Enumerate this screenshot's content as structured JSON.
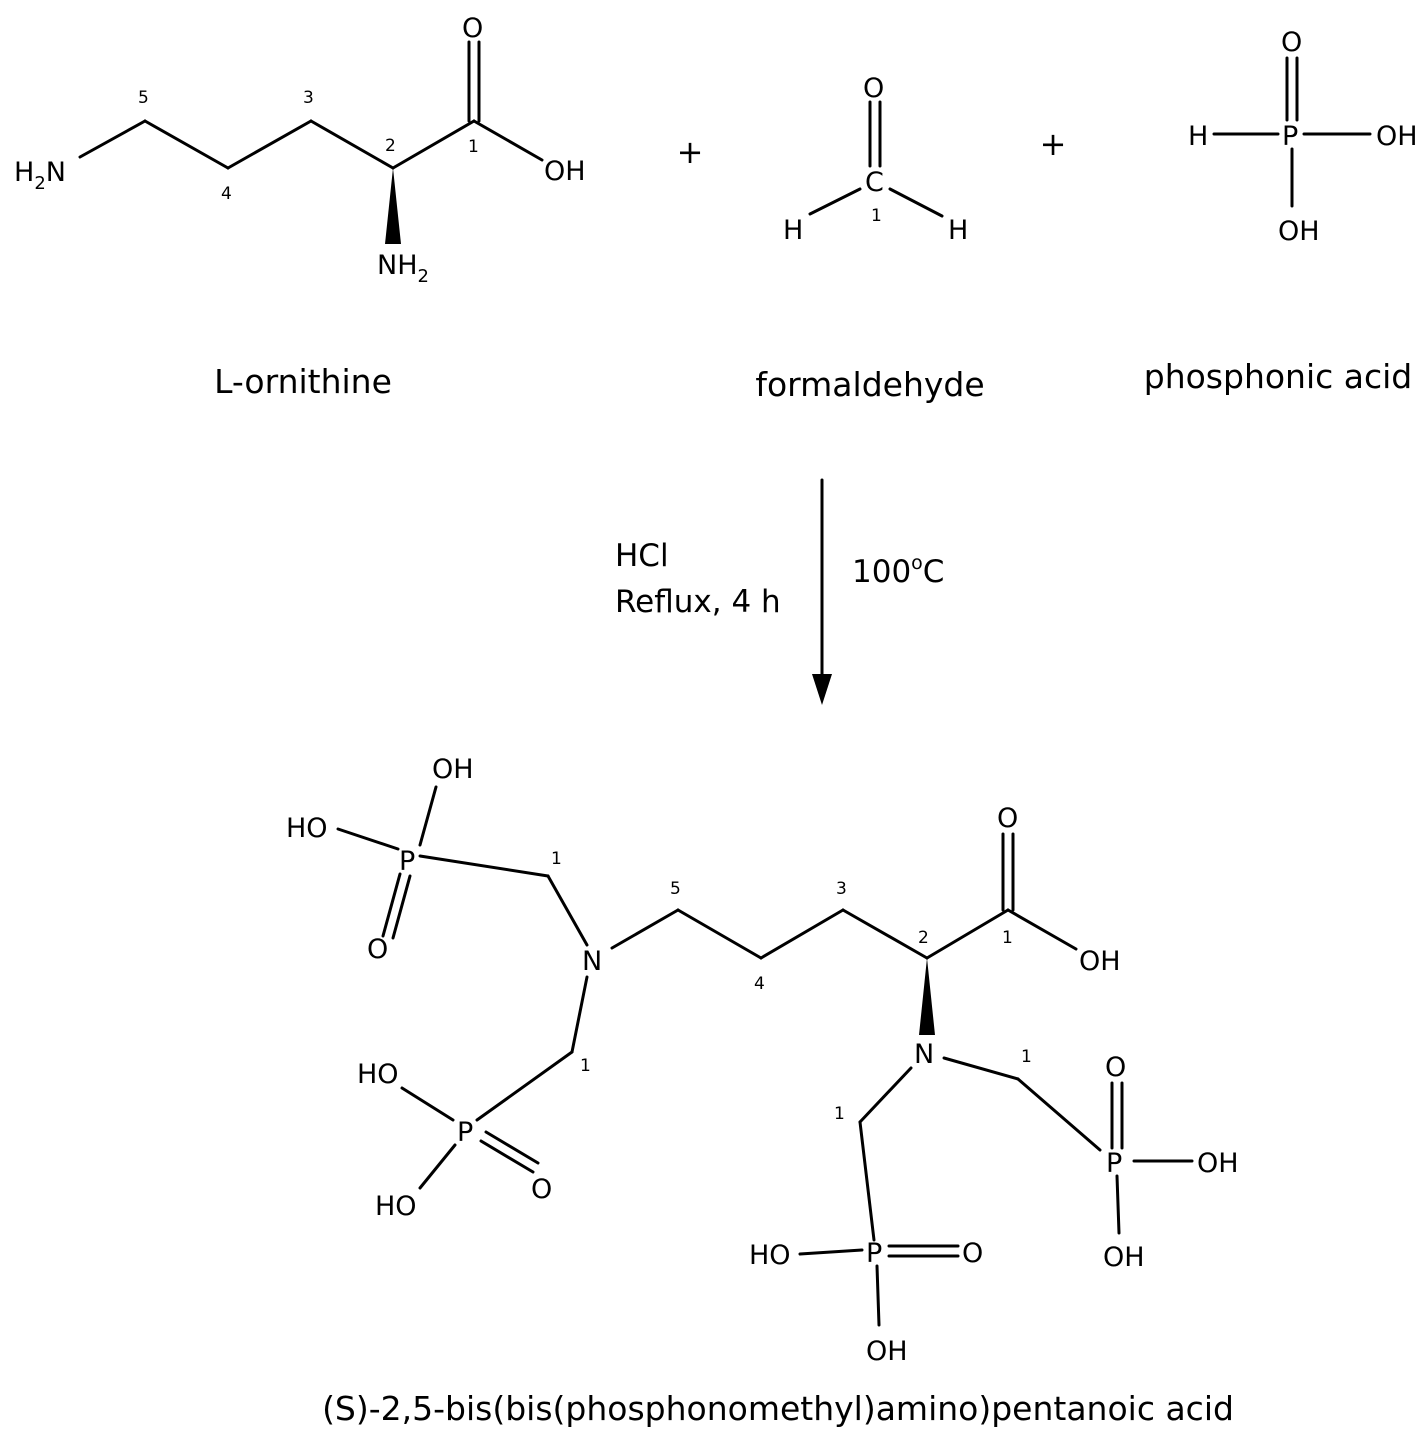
{
  "reactants": {
    "ornithine": {
      "name": "L-ornithine",
      "amine_terminal": "H",
      "amine_terminal_n": "N",
      "amine_alpha_n": "NH",
      "subscript": "2",
      "carbonyl_o": "O",
      "hydroxyl": "OH",
      "locants": [
        "1",
        "2",
        "3",
        "4",
        "5"
      ]
    },
    "formaldehyde": {
      "name": "formaldehyde",
      "o": "O",
      "c": "C",
      "h_left": "H",
      "h_right": "H",
      "locant": "1"
    },
    "phosphonic_acid": {
      "name": "phosphonic acid",
      "h": "H",
      "p": "P",
      "o": "O",
      "oh_right": "OH",
      "oh_bottom": "OH"
    },
    "plus_sign": "+"
  },
  "conditions": {
    "reagent": "HCl",
    "process": "Reflux, 4 h",
    "temperature_value": "100",
    "temperature_degree": "o",
    "temperature_unit": "C"
  },
  "product": {
    "name": "(S)-2,5-bis(bis(phosphonomethyl)amino)pentanoic acid",
    "atoms": {
      "n": "N",
      "p": "P",
      "o": "O",
      "oh": "OH",
      "ho": "HO"
    },
    "locants": [
      "1",
      "2",
      "3",
      "4",
      "5"
    ]
  }
}
